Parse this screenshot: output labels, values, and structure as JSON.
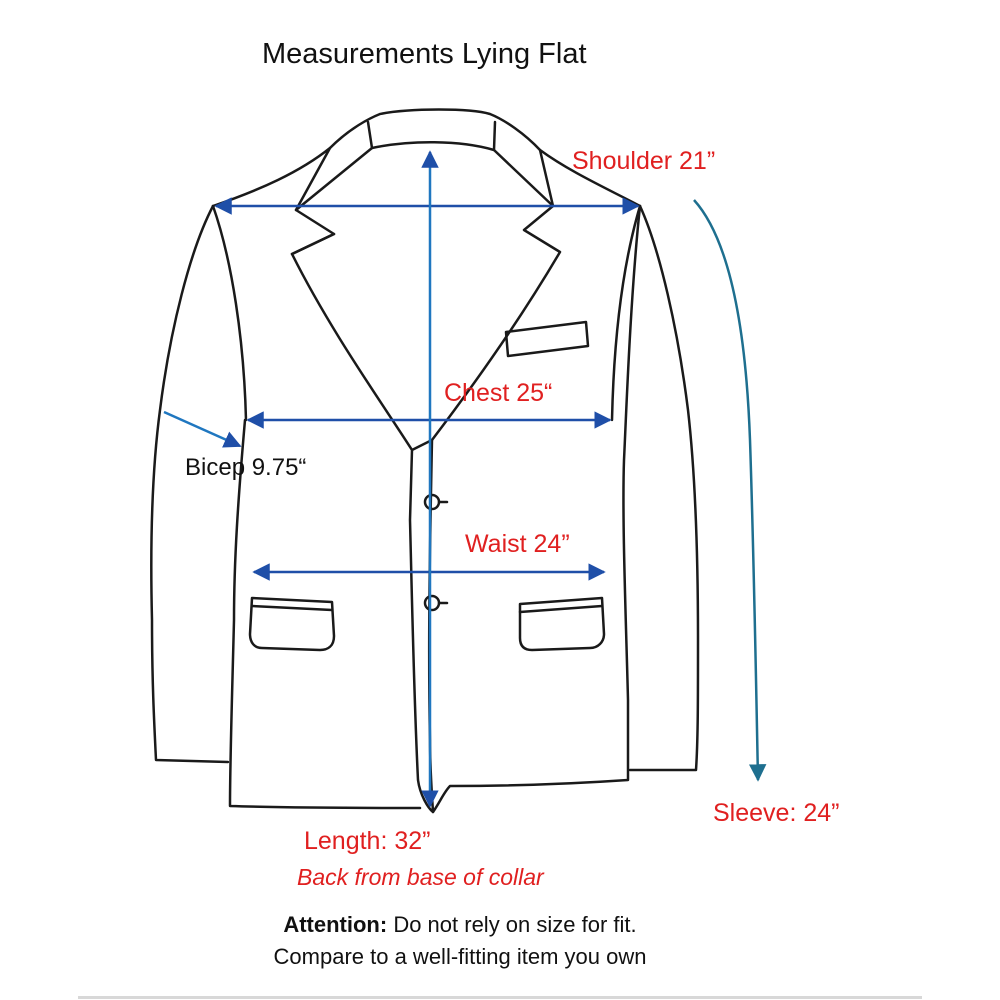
{
  "title": "Measurements Lying Flat",
  "measurements": {
    "shoulder": "Shoulder  21”",
    "chest": "Chest 25“",
    "bicep": "Bicep 9.75“",
    "waist": "Waist  24”",
    "sleeve": "Sleeve:  24”",
    "length": "Length:  32”",
    "length_note": "Back from base of collar"
  },
  "attention": {
    "label": "Attention:",
    "line1": " Do not rely on size for fit.",
    "line2": "Compare to a well-fitting item you own"
  },
  "colors": {
    "outline": "#1a1a1a",
    "measure_line": "#1f4fa8",
    "sleeve_line": "#1e6f8f",
    "label_red": "#e02020"
  }
}
